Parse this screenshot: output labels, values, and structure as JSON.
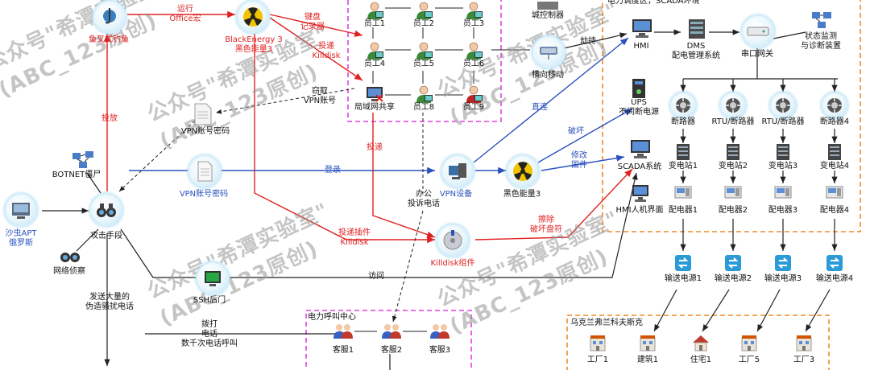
{
  "nodes": {
    "fish": "鱼叉式钓鱼",
    "be3": "BlackEnergy 3\n黑色能量3",
    "botnet": "BOTNET僵尸",
    "apt": "沙虫APT\n俄罗斯",
    "attack": "攻击手段",
    "recon": "网络侦察",
    "vpn_pwd_top": "VPN账号密码",
    "vpn_pwd_mid": "VPN账号密码",
    "ssh": "SSH后门",
    "vpn_dev": "VPN设备",
    "be3_mid": "黑色能量3",
    "killdisk": "Killdisk组件",
    "city_ctrl": "城控制器",
    "lateral": "横向移动",
    "hmi_top": "HMI",
    "dms": "DMS\n配电管理系统",
    "serial": "串口网关",
    "status_monitor": "状态监测\n与诊断装置",
    "ups": "UPS\n不间断电源",
    "scada": "SCADA系统",
    "hmi_bottom": "HMI人机界面"
  },
  "employees": [
    "员工1",
    "员工2",
    "员工3",
    "员工4",
    "员工5",
    "员工6",
    "局域网共享",
    "员工8",
    "员工9"
  ],
  "edges": {
    "run_macro": "运行\nOffice宏",
    "keylog": "键盘\n记录器",
    "deliver_killdisk": "投递\nKilldisk",
    "steal_vpn": "窃取\nVPN账号",
    "drop": "投放",
    "login": "登录",
    "deliver": "投递",
    "deliver_plugin": "投递插件\nKilldisk",
    "access": "访问",
    "hijack": "劫持",
    "direct": "直连",
    "destroy": "破坏",
    "modify_fw": "修改\n固件",
    "erase": "擦除\n破坏盘符",
    "office_call": "办公\n投诉电话",
    "fake_calls": "发送大量的\n伪造骚扰电话",
    "dial": "拨打\n电话\n数千次电话呼叫"
  },
  "scada_zone": {
    "title": "电力调度区，SCADA环境",
    "breakers": [
      "断路器",
      "RTU/断路器",
      "RTU/断路器",
      "断路器4"
    ],
    "substations": [
      "变电站1",
      "变电站2",
      "变电站3",
      "变电站4"
    ],
    "distributors": [
      "配电器1",
      "配电器2",
      "配电器3",
      "配电器4"
    ],
    "power": [
      "输送电源1",
      "输送电源2",
      "输送电源3",
      "输送电源4"
    ]
  },
  "call_center": {
    "title": "电力呼叫中心",
    "agents": [
      "客服1",
      "客服2",
      "客服3"
    ]
  },
  "city": {
    "title": "乌克兰弗兰科夫斯克",
    "sites": [
      "工厂1",
      "建筑1",
      "住宅1",
      "工厂5",
      "工厂3"
    ]
  },
  "watermarks": [
    "公众号\"希潭实验室\"\n(ABC_123原创)",
    "公众号\"希潭实验室\"\n(ABC_123原创)",
    "公众号\"希潭实验室\"\n(ABC_123原创)",
    "公众号\"希潭实验室\"\n(ABC_123原创)",
    "公众号\"希潭实验室\"\n(ABC_123原创)"
  ],
  "colors": {
    "red": "#e02020",
    "blue": "#2a52be",
    "orange": "#f08a24",
    "magenta": "#e040e0",
    "gray_line": "#444444"
  }
}
